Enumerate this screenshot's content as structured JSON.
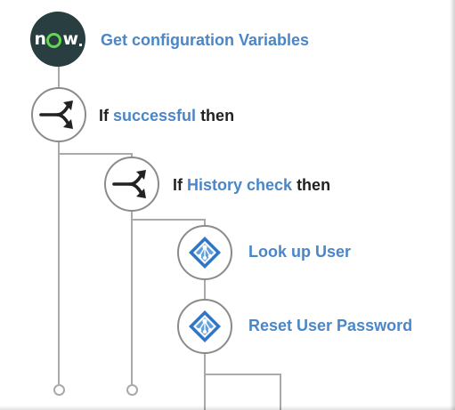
{
  "colors": {
    "accent_blue": "#4a86c8",
    "text_dark": "#222222",
    "now_bg": "#293e40",
    "now_green": "#62d84e",
    "azure_blue": "#2f77c4",
    "wire": "#a9a9a9"
  },
  "steps": [
    {
      "icon": "servicenow-logo-icon",
      "logo_text_start": "n",
      "logo_text_end": "w",
      "parts": [
        {
          "text": "Get configuration Variables",
          "style": "blue"
        }
      ]
    },
    {
      "icon": "branch-icon",
      "parts": [
        {
          "text": "If ",
          "style": "dark"
        },
        {
          "text": "successful",
          "style": "blue"
        },
        {
          "text": " then",
          "style": "dark"
        }
      ]
    },
    {
      "icon": "branch-icon",
      "parts": [
        {
          "text": "If ",
          "style": "dark"
        },
        {
          "text": "History check",
          "style": "blue"
        },
        {
          "text": " then",
          "style": "dark"
        }
      ]
    },
    {
      "icon": "azure-ad-icon",
      "parts": [
        {
          "text": "Look up User",
          "style": "blue"
        }
      ]
    },
    {
      "icon": "azure-ad-icon",
      "parts": [
        {
          "text": "Reset User Password",
          "style": "blue"
        }
      ]
    }
  ]
}
